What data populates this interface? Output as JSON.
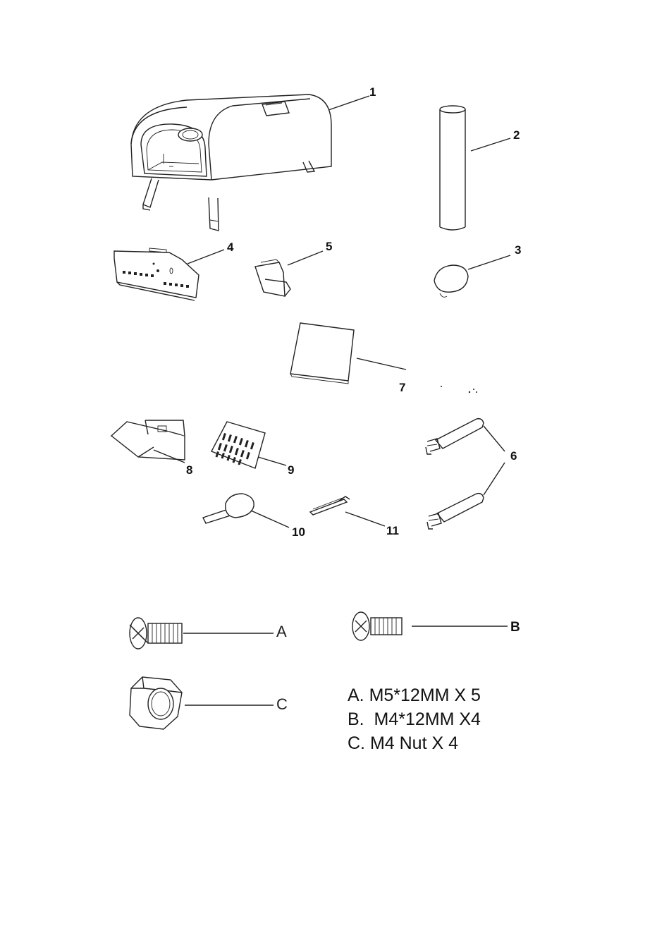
{
  "parts": {
    "p1": "1",
    "p2": "2",
    "p3": "3",
    "p4": "4",
    "p5": "5",
    "p6": "6",
    "p7": "7",
    "p8": "8",
    "p9": "9",
    "p10": "10",
    "p11": "11"
  },
  "hardware": {
    "a": "A",
    "b": "B",
    "c": "C"
  },
  "specs": [
    "A. M5*12MM X 5",
    "B.  M4*12MM X4",
    "C. M4 Nut X 4"
  ]
}
